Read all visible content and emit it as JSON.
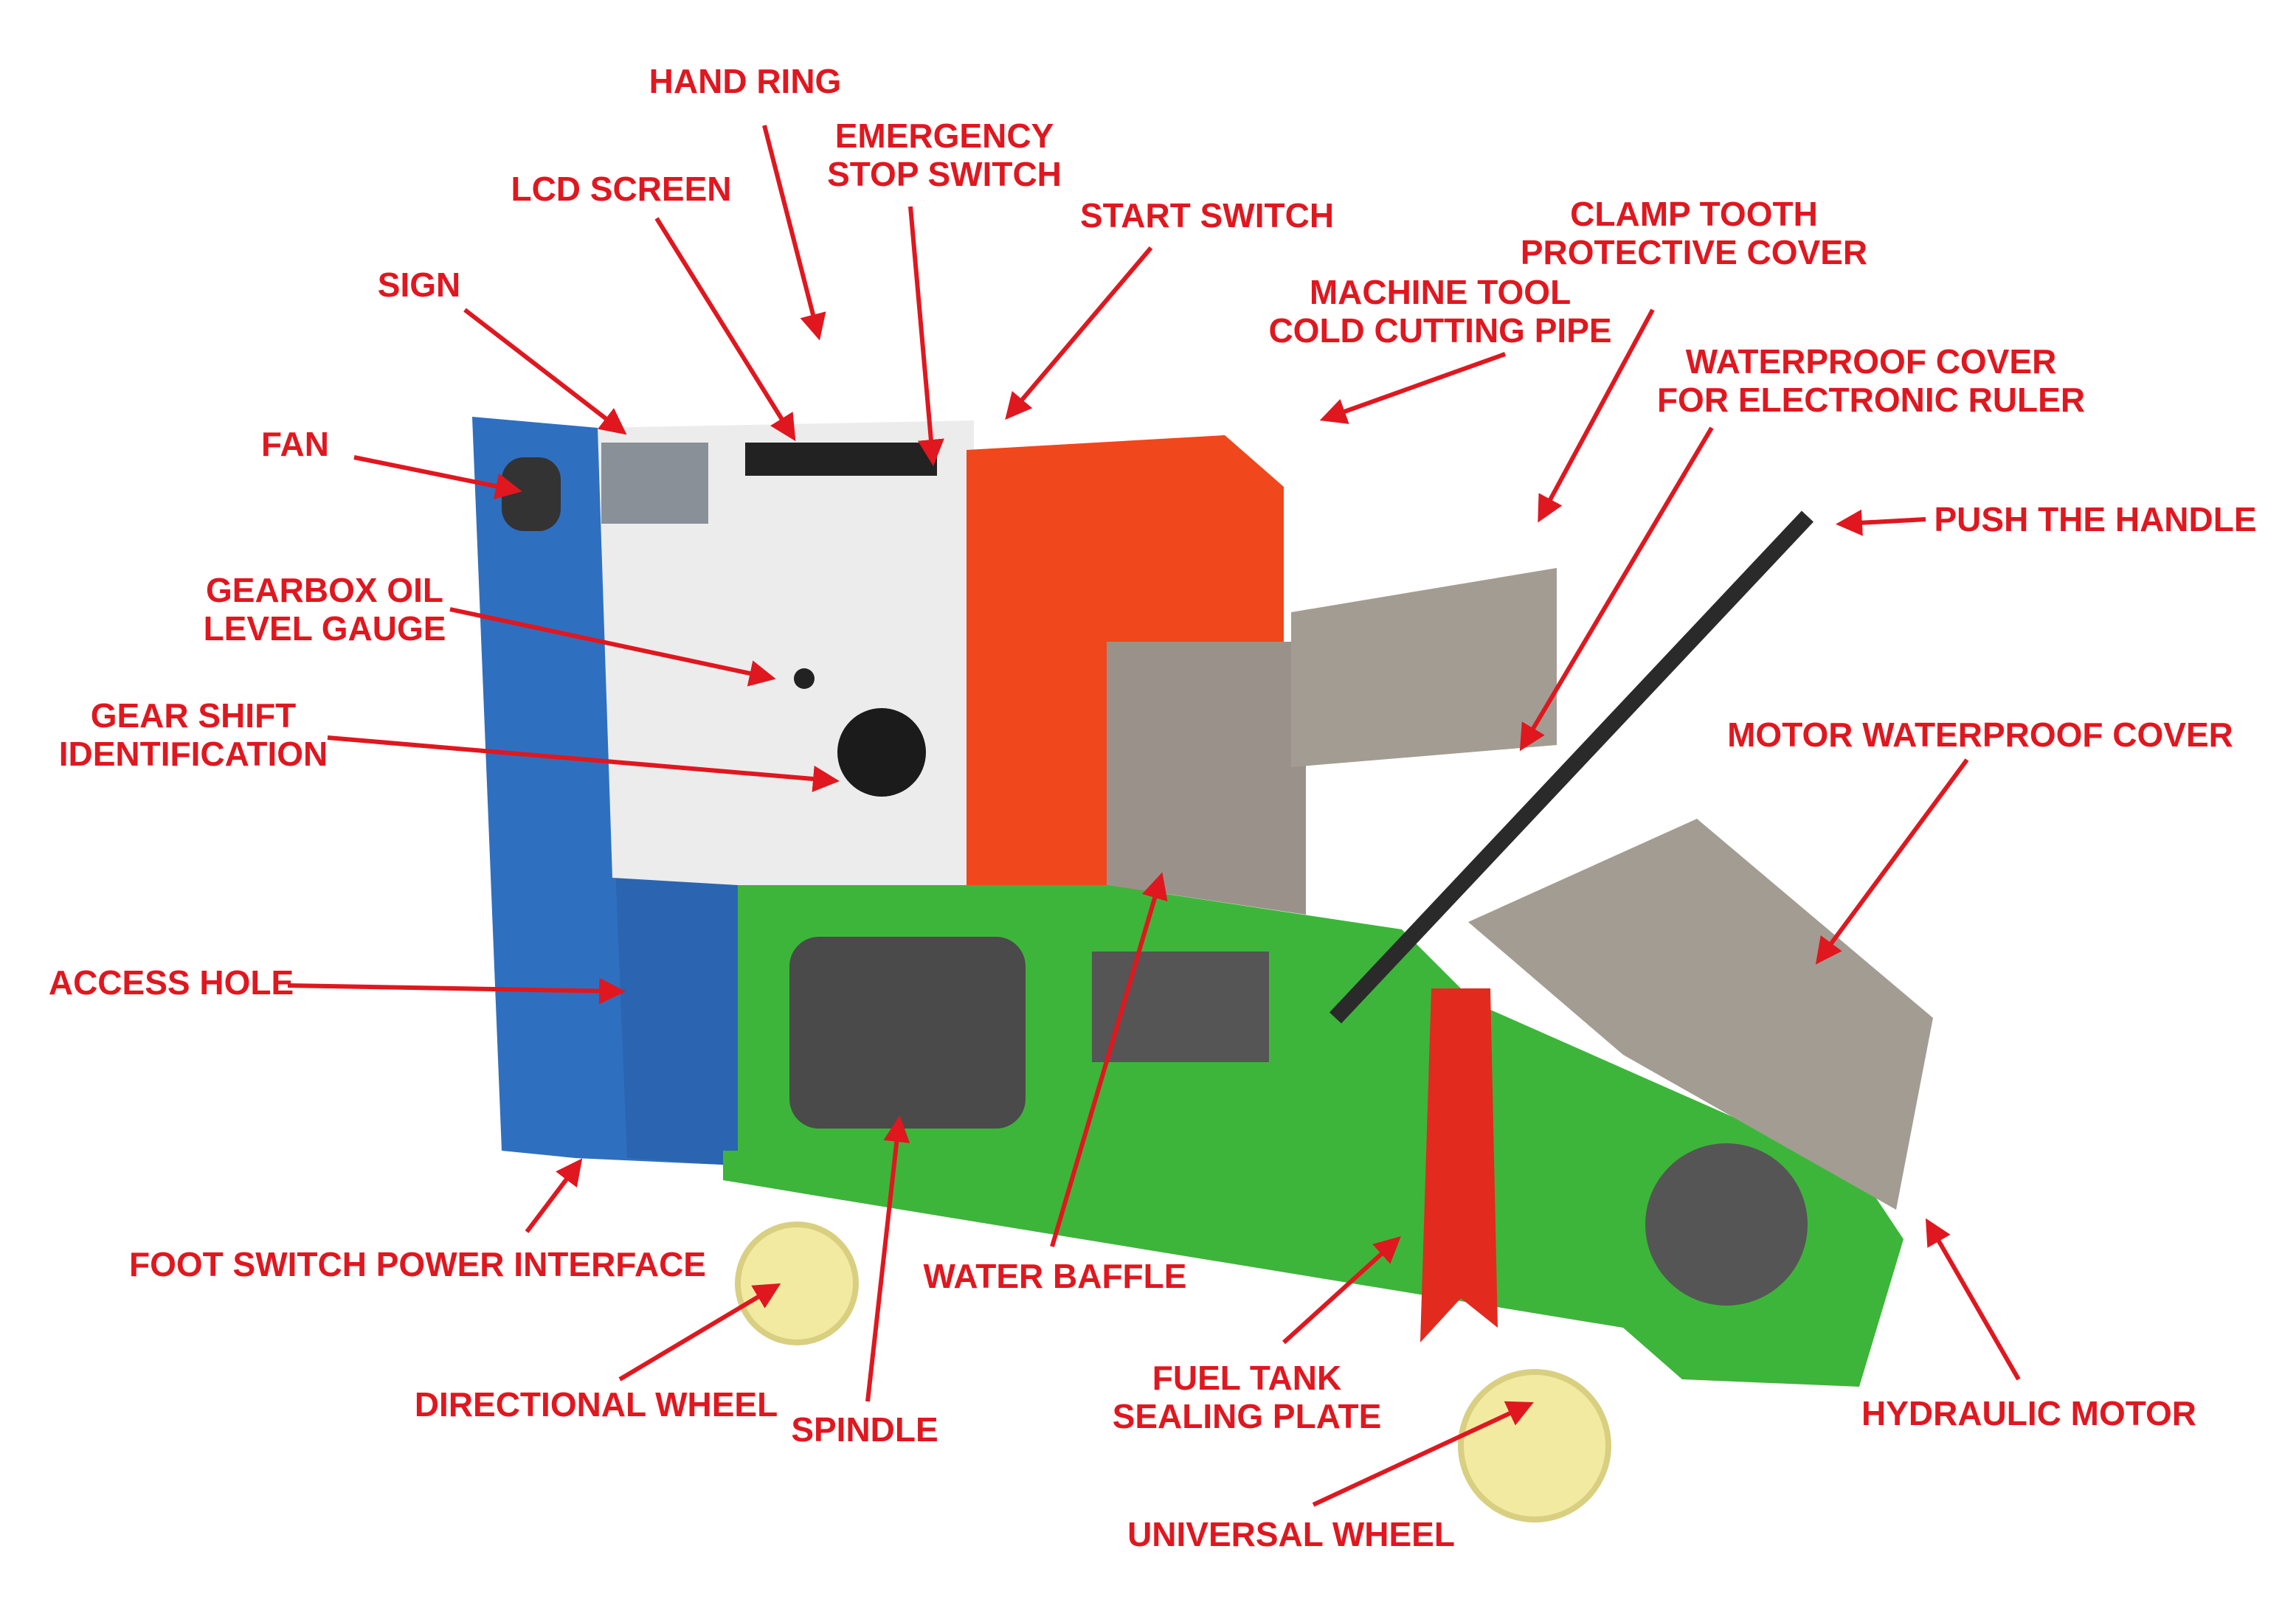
{
  "colors": {
    "label": "#e0171f",
    "blue_panel": "#2f6fc0",
    "green_body": "#3db53a",
    "orange_cover": "#f0471c",
    "steel": "#9a928a"
  },
  "labels": {
    "hand_ring": "HAND RING",
    "emergency_stop": [
      "EMERGENCY",
      "STOP SWITCH"
    ],
    "lcd_screen": "LCD SCREEN",
    "start_switch": "START SWITCH",
    "clamp_tooth": [
      "CLAMP TOOTH",
      "PROTECTIVE COVER"
    ],
    "machine_tool": [
      "MACHINE TOOL",
      "COLD CUTTING PIPE"
    ],
    "waterproof_ruler": [
      "WATERPROOF COVER",
      "FOR ELECTRONIC RULER"
    ],
    "sign": "SIGN",
    "fan": "FAN",
    "push_handle": "PUSH THE HANDLE",
    "gearbox_oil": [
      "GEARBOX OIL",
      "LEVEL GAUGE"
    ],
    "gear_shift": [
      "GEAR SHIFT",
      "IDENTIFICATION"
    ],
    "motor_waterproof": "MOTOR WATERPROOF COVER",
    "access_hole": "ACCESS HOLE",
    "foot_switch": "FOOT SWITCH POWER INTERFACE",
    "water_baffle": "WATER BAFFLE",
    "directional_wheel": "DIRECTIONAL WHEEL",
    "spindle": "SPINDLE",
    "fuel_tank": [
      "FUEL TANK",
      "SEALING PLATE"
    ],
    "hydraulic_motor": "HYDRAULIC MOTOR",
    "universal_wheel": "UNIVERSAL WHEEL"
  }
}
